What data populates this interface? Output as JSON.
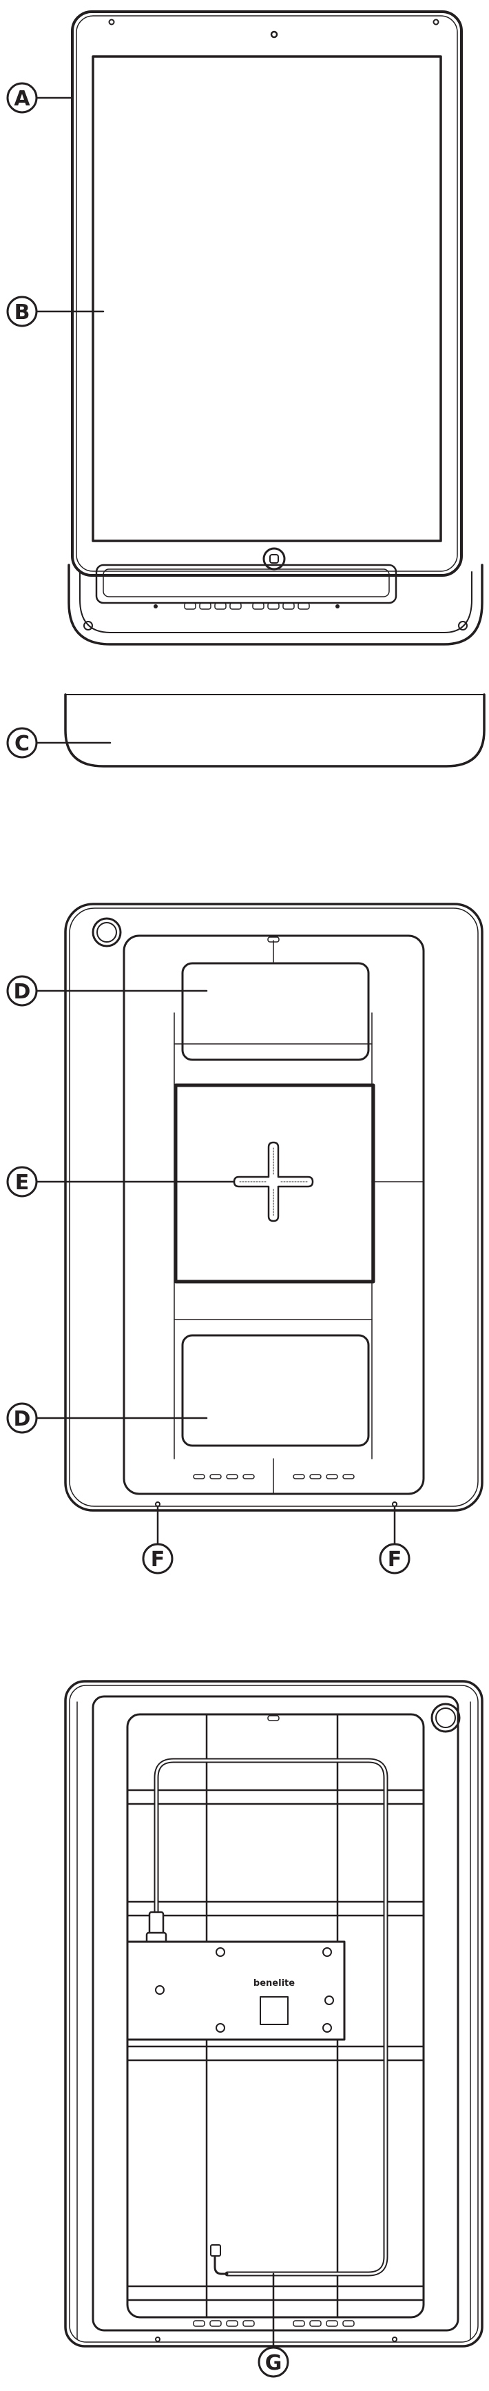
{
  "callouts": {
    "a": "A",
    "b": "B",
    "c": "C",
    "d1": "D",
    "e": "E",
    "d2": "D",
    "f1": "F",
    "f2": "F",
    "g": "G"
  },
  "brand_logo": "benelite"
}
